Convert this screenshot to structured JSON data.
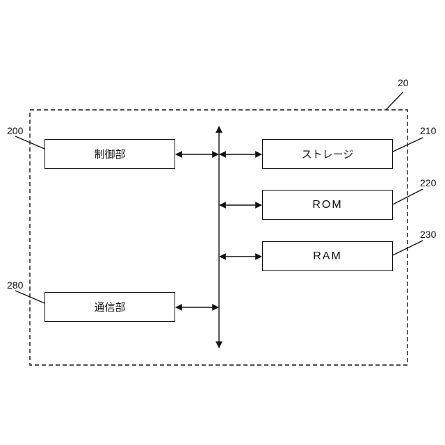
{
  "device": {
    "ref": "20"
  },
  "blocks": {
    "control": {
      "label": "制御部",
      "ref": "200"
    },
    "communication": {
      "label": "通信部",
      "ref": "280"
    },
    "storage": {
      "label": "ストレージ",
      "ref": "210"
    },
    "rom": {
      "label": "ROM",
      "ref": "220"
    },
    "ram": {
      "label": "RAM",
      "ref": "230"
    }
  }
}
